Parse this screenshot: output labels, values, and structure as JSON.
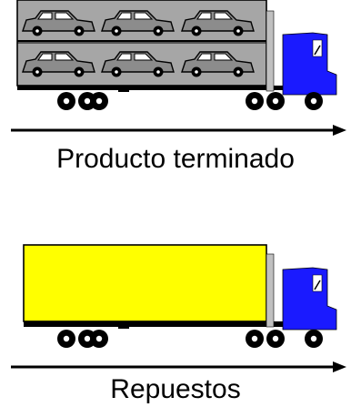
{
  "panels": [
    {
      "caption": "Producto terminado",
      "cargo": "car-carrier",
      "car_rows": 2,
      "cars_per_row": 3
    },
    {
      "caption": "Repuestos",
      "cargo": "box-trailer",
      "trailer_color": "#ffff00"
    }
  ],
  "colors": {
    "cab": "#1a1aff",
    "car_body": "#8c8c8c",
    "carrier_frame": "#a6a6a6",
    "trailer_box": "#ffff00",
    "wheel": "#000000",
    "exhaust": "#c0c0c0"
  },
  "icons": [
    "truck-icon",
    "car-icon",
    "arrow-right-icon"
  ]
}
